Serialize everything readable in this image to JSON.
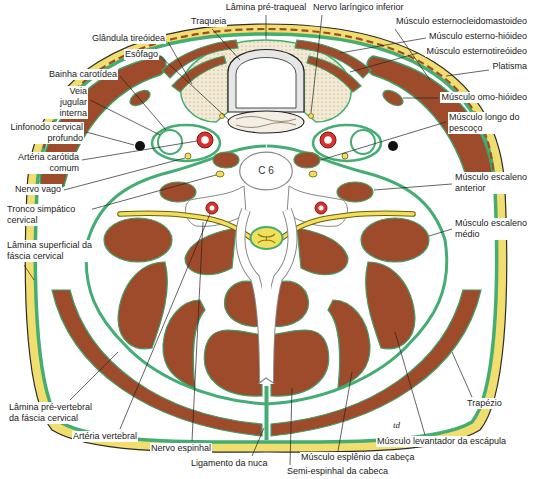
{
  "diagram": {
    "nodes": [
      {
        "text": [
          "C 6"
        ]
      }
    ],
    "labels": [
      "Lâmina pré-traqueal",
      "Nervo laríngico inferior",
      "Traqueia",
      "Músculo esternocleidomastoideo",
      "Músculo esterno-hióideo",
      "Glândula tireóidea",
      "Esôfago",
      "Músculo esternotireóideo",
      "Platisma",
      "Bainha carotídea",
      "Veia jugular interna",
      "Músculo omo-hióideo",
      "Músculo longo do pescoço",
      "Linfonodo cervical profundo",
      "Artéria carótida comum",
      "Músculo escaleno anterior",
      "Nervo vago",
      "Tronco simpático cervical",
      "Músculo escaleno médio",
      "Lâmina superficial da fáscia cervical",
      "Trapézio",
      "Lâmina pré-vertebral da fáscia cervical",
      "Artéria vertebral",
      "Músculo levantador da escápula",
      "td",
      "Nervo espinhal",
      "Músculo esplênio da cabeça",
      "Ligamento da nuca",
      "Semi-espinhal da cabeca"
    ]
  }
}
